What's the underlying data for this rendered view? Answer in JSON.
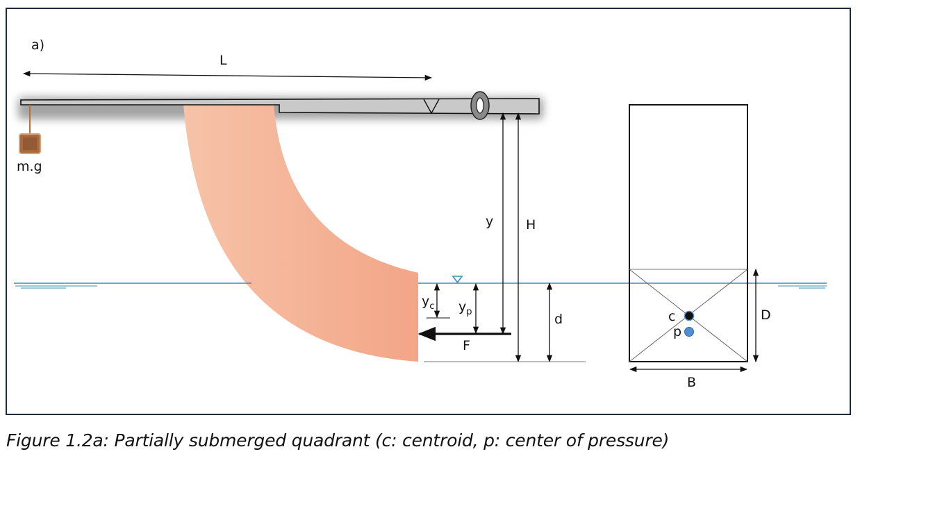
{
  "figure": {
    "panel_label": "a)",
    "caption": "Figure 1.2a:  Partially submerged quadrant (c: centroid, p: center of pressure)"
  },
  "labels": {
    "L": "L",
    "mass": "m.g",
    "y": "y",
    "H": "H",
    "yc_main": "y",
    "yc_sub": "c",
    "yp_main": "y",
    "yp_sub": "p",
    "d": "d",
    "F": "F",
    "D": "D",
    "B": "B",
    "centroid": "c",
    "pressure_center": "p"
  },
  "colors": {
    "frame": "#1e2a3a",
    "water": "#3b8fb5",
    "quadrant_light": "#f6c3a8",
    "quadrant_dark": "#f3a587",
    "beam": "#c9c9c9",
    "centroid": "#111111",
    "pressure_center": "#4f8fd0"
  }
}
